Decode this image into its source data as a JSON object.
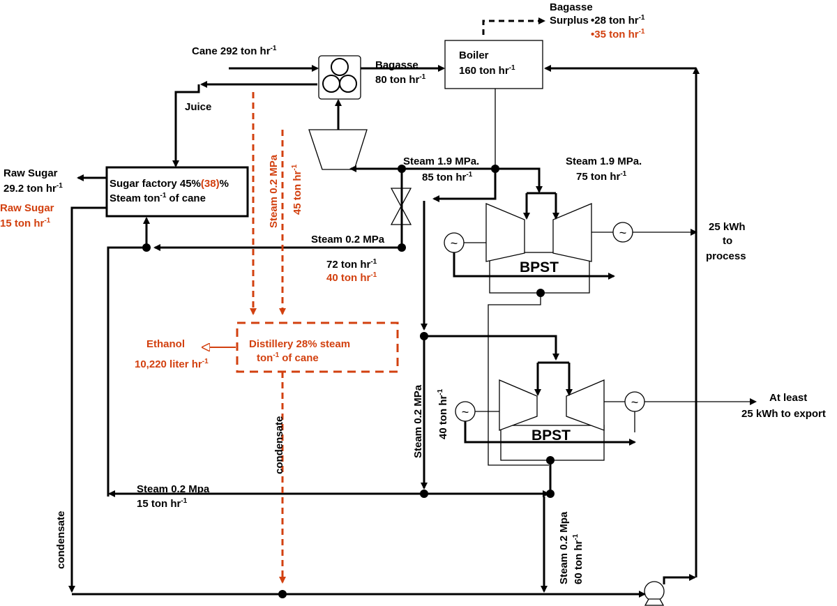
{
  "labels": {
    "bagasse_surplus_top": "Bagasse",
    "bagasse_surplus_bottom": "Surplus",
    "surplus_black": "•28 ton hr",
    "surplus_red": "•35 ton hr",
    "cane": "Cane 292 ton hr",
    "bagasse": "Bagasse",
    "bagasse_rate": "80 ton hr",
    "boiler": "Boiler",
    "boiler_rate": "160 ton hr",
    "juice": "Juice",
    "raw_sugar_black": "Raw Sugar",
    "raw_sugar_black_rate": "29.2 ton hr",
    "raw_sugar_red": "Raw Sugar",
    "raw_sugar_red_rate": "15 ton hr",
    "sugar_factory_line1_a": "Sugar factory 45%",
    "sugar_factory_line1_red": "(38)",
    "sugar_factory_line1_b": "%",
    "sugar_factory_line2": "Steam ton",
    "sugar_factory_line2_b": "of cane",
    "steam_02_vertical": "Steam 0.2 MPa",
    "steam_45_vertical": "45 ton hr",
    "steam_19_left": "Steam 1.9 MPa.",
    "steam_19_left_rate": "85 ton hr",
    "steam_19_right": "Steam 1.9 MPa.",
    "steam_19_right_rate": "75 ton hr",
    "steam_02_mid": "Steam 0.2 MPa",
    "steam_72": "72 ton hr",
    "steam_40_red": "40 ton hr",
    "kwh_process_1": "25 kWh",
    "kwh_process_2": "to",
    "kwh_process_3": "process",
    "bpst_top": "BPST",
    "bpst_bottom": "BPST",
    "ethanol": "Ethanol",
    "ethanol_rate": "10,220 liter hr",
    "distillery_1": "Distillery 28% steam",
    "distillery_2": "ton",
    "distillery_2b": "of cane",
    "condensate_mid": "condensate",
    "condensate_left": "condensate",
    "steam_02_left_vert": "Steam 0.2 MPa",
    "ton_40_vert": "40 ton hr",
    "export_1": "At least",
    "export_2": "25 kWh to export",
    "steam_02_bottom": "Steam 0.2 Mpa",
    "steam_15": "15 ton hr",
    "steam_02_right_vert": "Steam 0.2 Mpa",
    "ton_60_vert": "60 ton hr",
    "sup_neg1": "-1",
    "tilde": "~"
  },
  "colors": {
    "black": "#000000",
    "red": "#d2400f"
  }
}
